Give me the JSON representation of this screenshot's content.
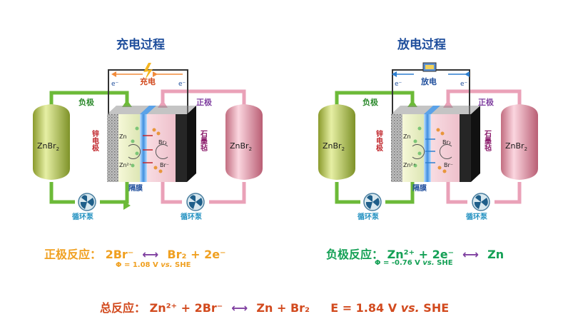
{
  "titles": {
    "charge": "充电过程",
    "discharge": "放电过程"
  },
  "labels": {
    "charge_word": "充电",
    "discharge_word": "放电",
    "negative": "负极",
    "positive": "正极",
    "zinc_electrode": "锌电极",
    "graphite_felt": "石墨毡",
    "membrane": "隔膜",
    "pump": "循环泵",
    "electron": "e⁻",
    "tank": "ZnBr",
    "tank_sub": "2",
    "zn": "Zn",
    "zn_ion": "Zn²⁺",
    "br2": "Br₂",
    "br_ion": "Br⁻"
  },
  "equations": {
    "positive": {
      "label": "正极反应：",
      "left": "2Br⁻",
      "arrow": "⟷",
      "right": "Br₂ + 2e⁻",
      "potential": "Φ = 1.08 V",
      "vs": "vs.",
      "ref": "SHE"
    },
    "negative": {
      "label": "负极反应：",
      "left": "Zn²⁺ + 2e⁻",
      "arrow": "⟷",
      "right": "Zn",
      "potential": "Φ = -0.76 V",
      "vs": "vs.",
      "ref": "SHE"
    },
    "total": {
      "label": "总反应：",
      "left": "Zn²⁺ + 2Br⁻",
      "arrow": "⟷",
      "right": "Zn + Br₂",
      "voltage": "E = 1.84 V",
      "vs": "vs.",
      "ref": "SHE"
    }
  },
  "colors": {
    "title": "#1f4e9c",
    "orange": "#f0a020",
    "green": "#14a055",
    "red": "#d24a1e",
    "purple": "#7f3fa0",
    "pipe_green": "#6cba38",
    "pipe_pink": "#eaa1b8"
  }
}
